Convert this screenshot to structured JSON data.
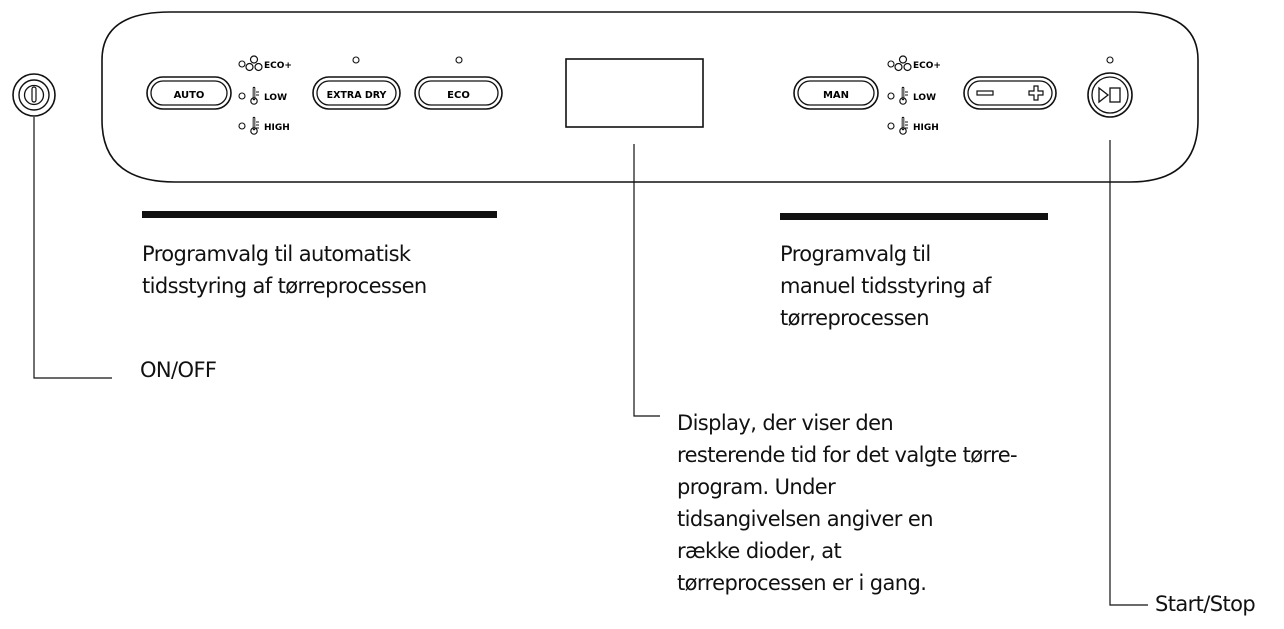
{
  "panel": {
    "buttons": {
      "auto": "AUTO",
      "extra_dry": "EXTRA DRY",
      "eco": "ECO",
      "man": "MAN",
      "plus_minus": {
        "minus": "−",
        "plus": "+"
      }
    },
    "auto_indicators": [
      "ECO+",
      "LOW",
      "HIGH"
    ],
    "man_indicators": [
      "ECO+",
      "LOW",
      "HIGH"
    ],
    "icons": {
      "power": "power-icon",
      "start_stop": "play-pause-icon",
      "fan": "fan-icon",
      "thermometer": "thermometer-icon"
    }
  },
  "annotations": {
    "auto_program": [
      "Programvalg til automatisk",
      "tidsstyring af tørreprocessen"
    ],
    "manual_program": [
      "Programvalg til",
      "manuel tidsstyring af",
      "tørreprocessen"
    ],
    "on_off": "ON/OFF",
    "display": [
      "Display, der viser den",
      "resterende tid for det valgte tørre-",
      "program. Under",
      "tidsangivelsen angiver en",
      "række dioder, at",
      "tørreprocessen er i gang."
    ],
    "start_stop": "Start/Stop"
  },
  "colors": {
    "line": "#111111",
    "background": "#ffffff"
  }
}
